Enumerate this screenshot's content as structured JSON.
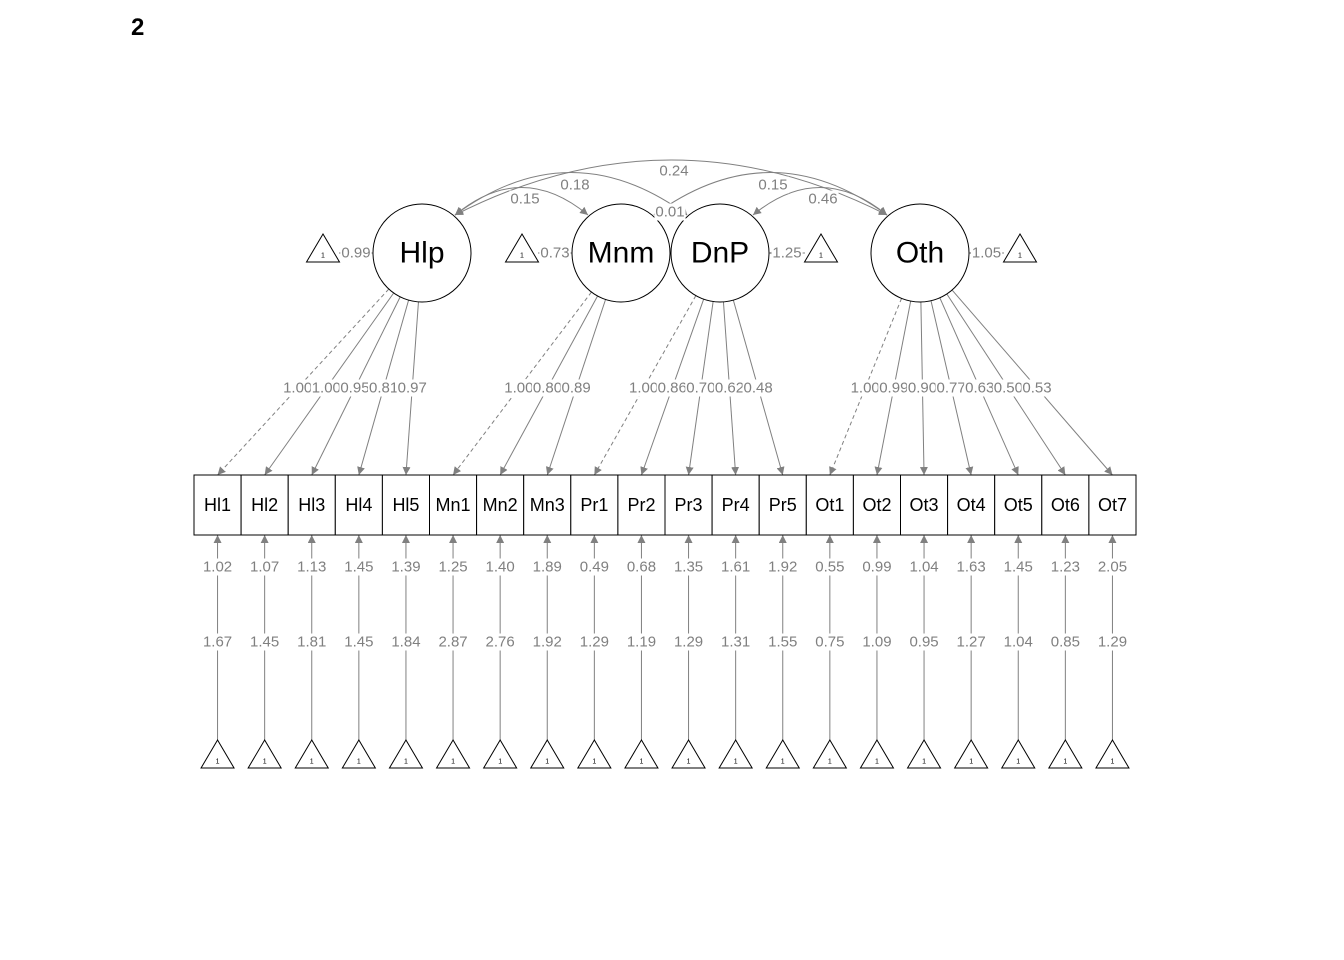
{
  "group_label": "2",
  "intercept_symbol": "1",
  "latents": [
    {
      "id": "Hlp",
      "label": "Hlp",
      "intercept": "0.99"
    },
    {
      "id": "Mnm",
      "label": "Mnm",
      "intercept": "0.73"
    },
    {
      "id": "DnP",
      "label": "DnP",
      "intercept": "1.25"
    },
    {
      "id": "Oth",
      "label": "Oth",
      "intercept": "1.05"
    }
  ],
  "manifests": [
    {
      "label": "Hl1",
      "residual": "1.02",
      "intercept": "1.67"
    },
    {
      "label": "Hl2",
      "residual": "1.07",
      "intercept": "1.45"
    },
    {
      "label": "Hl3",
      "residual": "1.13",
      "intercept": "1.81"
    },
    {
      "label": "Hl4",
      "residual": "1.45",
      "intercept": "1.45"
    },
    {
      "label": "Hl5",
      "residual": "1.39",
      "intercept": "1.84"
    },
    {
      "label": "Mn1",
      "residual": "1.25",
      "intercept": "2.87"
    },
    {
      "label": "Mn2",
      "residual": "1.40",
      "intercept": "2.76"
    },
    {
      "label": "Mn3",
      "residual": "1.89",
      "intercept": "1.92"
    },
    {
      "label": "Pr1",
      "residual": "0.49",
      "intercept": "1.29"
    },
    {
      "label": "Pr2",
      "residual": "0.68",
      "intercept": "1.19"
    },
    {
      "label": "Pr3",
      "residual": "1.35",
      "intercept": "1.29"
    },
    {
      "label": "Pr4",
      "residual": "1.61",
      "intercept": "1.31"
    },
    {
      "label": "Pr5",
      "residual": "1.92",
      "intercept": "1.55"
    },
    {
      "label": "Ot1",
      "residual": "0.55",
      "intercept": "0.75"
    },
    {
      "label": "Ot2",
      "residual": "0.99",
      "intercept": "1.09"
    },
    {
      "label": "Ot3",
      "residual": "1.04",
      "intercept": "0.95"
    },
    {
      "label": "Ot4",
      "residual": "1.63",
      "intercept": "1.27"
    },
    {
      "label": "Ot5",
      "residual": "1.45",
      "intercept": "1.04"
    },
    {
      "label": "Ot6",
      "residual": "1.23",
      "intercept": "0.85"
    },
    {
      "label": "Ot7",
      "residual": "2.05",
      "intercept": "1.29"
    }
  ],
  "loadings": [
    {
      "from": "Hlp",
      "to": 0,
      "value": "1.00",
      "fixed": true
    },
    {
      "from": "Hlp",
      "to": 1,
      "value": "1.00",
      "fixed": false
    },
    {
      "from": "Hlp",
      "to": 2,
      "value": "0.95",
      "fixed": false
    },
    {
      "from": "Hlp",
      "to": 3,
      "value": "0.81",
      "fixed": false
    },
    {
      "from": "Hlp",
      "to": 4,
      "value": "0.97",
      "fixed": false
    },
    {
      "from": "Mnm",
      "to": 6,
      "value": "1.00",
      "fixed": true
    },
    {
      "from": "Mnm",
      "to": 7,
      "value": "0.80",
      "fixed": false
    },
    {
      "from": "Mnm",
      "to": 8,
      "value": "0.89",
      "fixed": false
    },
    {
      "from": "DnP",
      "to": 9,
      "value": "1.00",
      "fixed": true
    },
    {
      "from": "DnP",
      "to": 10,
      "value": "0.86",
      "fixed": false
    },
    {
      "from": "DnP",
      "to": 11,
      "value": "0.70",
      "fixed": false
    },
    {
      "from": "DnP",
      "to": 12,
      "value": "0.62",
      "fixed": false
    },
    {
      "from": "DnP",
      "to": 13,
      "value": "0.48",
      "fixed": false
    },
    {
      "from": "Oth",
      "to": 14,
      "value": "1.00",
      "fixed": true
    },
    {
      "from": "Oth",
      "to": 15,
      "value": "0.99",
      "fixed": false
    },
    {
      "from": "Oth",
      "to": 16,
      "value": "0.90",
      "fixed": false
    },
    {
      "from": "Oth",
      "to": 17,
      "value": "0.77",
      "fixed": false
    },
    {
      "from": "Oth",
      "to": 18,
      "value": "0.63",
      "fixed": false
    },
    {
      "from": "Oth",
      "to": 19,
      "value": "0.50",
      "fixed": false
    },
    {
      "from": "Oth",
      "to": 20,
      "value": "0.53",
      "fixed": false
    }
  ],
  "covariances": [
    {
      "a": "Hlp",
      "b": "Mnm",
      "value": "0.15"
    },
    {
      "a": "Hlp",
      "b": "DnP",
      "value": "0.18"
    },
    {
      "a": "Hlp",
      "b": "Oth",
      "value": "0.24"
    },
    {
      "a": "Mnm",
      "b": "DnP",
      "value": "0.01"
    },
    {
      "a": "Mnm",
      "b": "Oth",
      "value": "0.15"
    },
    {
      "a": "DnP",
      "b": "Oth",
      "value": "0.46"
    }
  ]
}
